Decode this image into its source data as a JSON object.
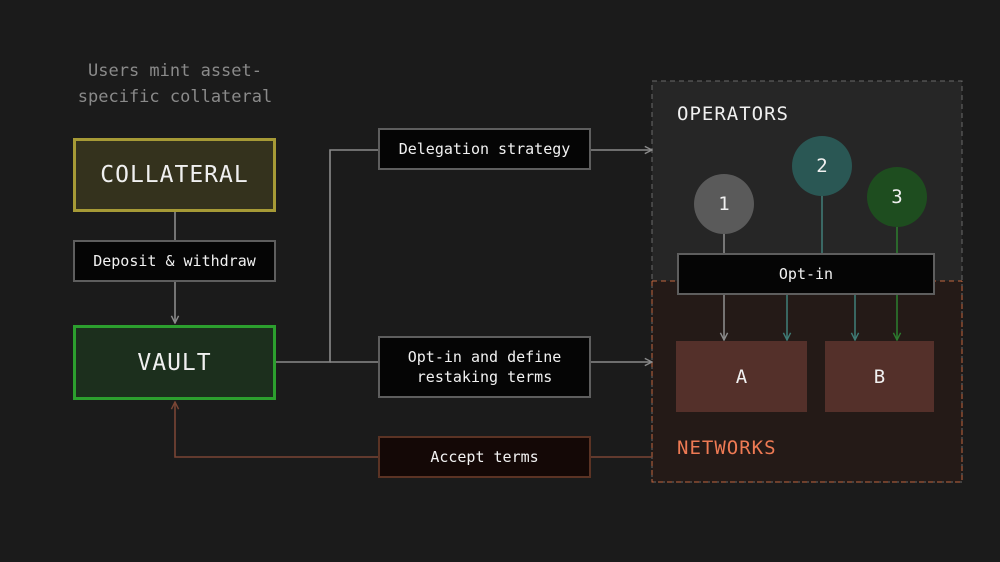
{
  "note": "Users mint asset-\nspecific collateral",
  "nodes": {
    "collateral": "COLLATERAL",
    "deposit": "Deposit & withdraw",
    "vault": "VAULT",
    "delegation": "Delegation strategy",
    "optin_define": "Opt-in and define\nrestaking terms",
    "accept": "Accept terms"
  },
  "operators": {
    "title": "OPERATORS",
    "items": [
      "1",
      "2",
      "3"
    ],
    "optin_label": "Opt-in"
  },
  "networks": {
    "title": "NETWORKS",
    "items": [
      "A",
      "B"
    ]
  },
  "colors": {
    "collateral_border": "#a69a36",
    "vault_border": "#2c9f2e",
    "networks_accent": "#ee7a54",
    "operator_1": "#5a5a5a",
    "operator_2": "#2a5754",
    "operator_3": "#1e4d1f"
  }
}
